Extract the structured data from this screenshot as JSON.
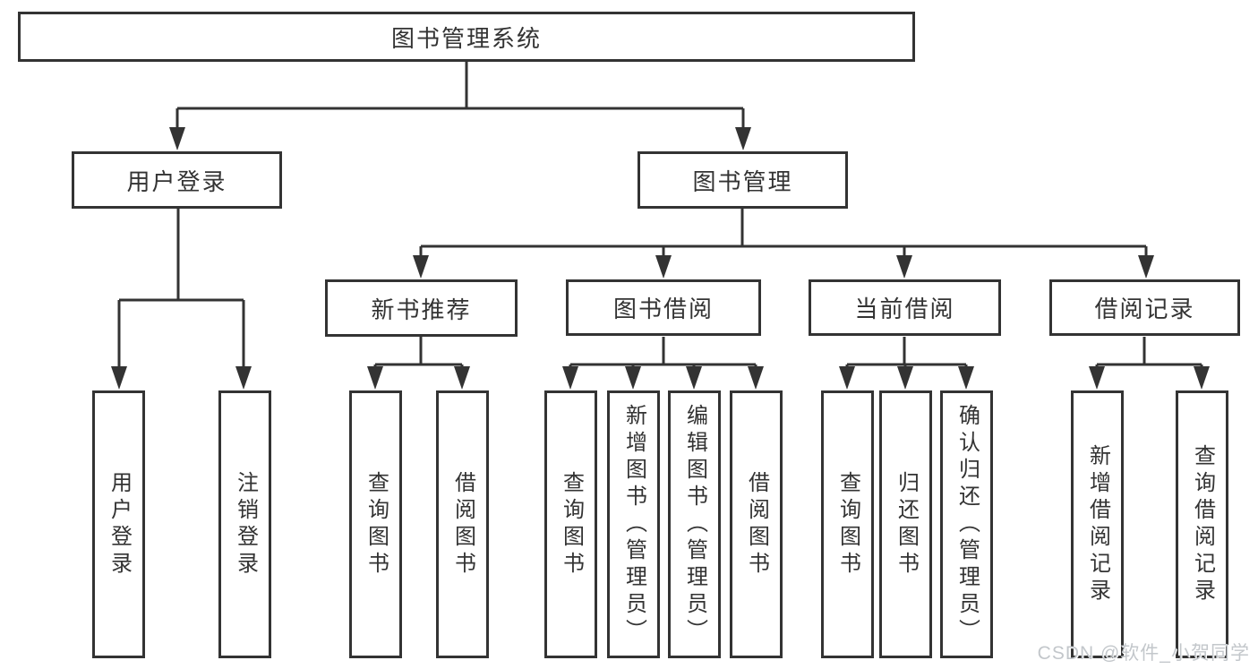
{
  "diagram": {
    "title": "图书管理系统",
    "root": {
      "label": "图书管理系统"
    },
    "level2": [
      {
        "label": "用户登录",
        "parent": "图书管理系统"
      },
      {
        "label": "图书管理",
        "parent": "图书管理系统"
      }
    ],
    "level3": [
      {
        "label": "新书推荐",
        "parent": "图书管理"
      },
      {
        "label": "图书借阅",
        "parent": "图书管理"
      },
      {
        "label": "当前借阅",
        "parent": "图书管理"
      },
      {
        "label": "借阅记录",
        "parent": "图书管理"
      }
    ],
    "leaves": [
      {
        "label": "用户登录",
        "parent": "用户登录"
      },
      {
        "label": "注销登录",
        "parent": "用户登录"
      },
      {
        "label": "查询图书",
        "parent": "新书推荐"
      },
      {
        "label": "借阅图书",
        "parent": "新书推荐"
      },
      {
        "label": "查询图书",
        "parent": "图书借阅"
      },
      {
        "label": "新增图书（管理员）",
        "parent": "图书借阅"
      },
      {
        "label": "编辑图书（管理员）",
        "parent": "图书借阅"
      },
      {
        "label": "借阅图书",
        "parent": "图书借阅"
      },
      {
        "label": "查询图书",
        "parent": "当前借阅"
      },
      {
        "label": "归还图书",
        "parent": "当前借阅"
      },
      {
        "label": "确认归还（管理员）",
        "parent": "当前借阅"
      },
      {
        "label": "新增借阅记录",
        "parent": "借阅记录"
      },
      {
        "label": "查询借阅记录",
        "parent": "借阅记录"
      }
    ]
  },
  "watermark": {
    "text": "CSDN @软件_小贺同学"
  },
  "colors": {
    "line": "#333333",
    "text": "#333333",
    "box_background": "#ffffff",
    "watermark": "#c3c7cb"
  }
}
